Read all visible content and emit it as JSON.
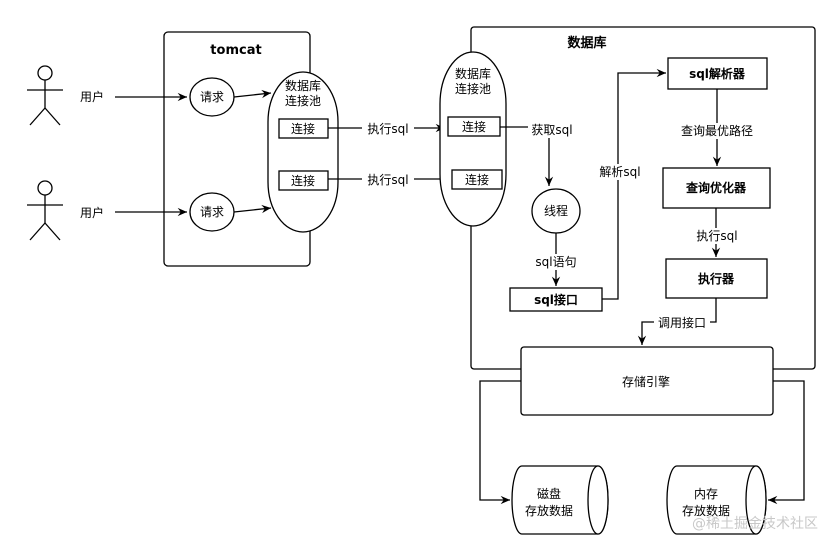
{
  "tomcat": {
    "title": "tomcat"
  },
  "users": [
    {
      "label": "用户"
    },
    {
      "label": "用户"
    }
  ],
  "requests": [
    {
      "label": "请求"
    },
    {
      "label": "请求"
    }
  ],
  "app_pool": {
    "title_line1": "数据库",
    "title_line2": "连接池",
    "connections": [
      {
        "label": "连接"
      },
      {
        "label": "连接"
      }
    ]
  },
  "db_pool": {
    "title_line1": "数据库",
    "title_line2": "连接池",
    "connections": [
      {
        "label": "连接"
      },
      {
        "label": "连接"
      }
    ]
  },
  "edges": {
    "exec_sql_1": "执行sql",
    "exec_sql_2": "执行sql",
    "fetch_sql": "获取sql",
    "sql_statement": "sql语句",
    "parse_sql": "解析sql",
    "best_path": "查询最优路径",
    "exec_sql_3": "执行sql",
    "call_interface": "调用接口"
  },
  "database": {
    "title": "数据库",
    "thread": "线程",
    "sql_interface": "sql接口",
    "sql_parser": "sql解析器",
    "optimizer": "查询优化器",
    "executor": "执行器"
  },
  "storage_engine": {
    "label": "存储引擎"
  },
  "disk": {
    "line1": "磁盘",
    "line2": "存放数据"
  },
  "memory": {
    "line1": "内存",
    "line2": "存放数据"
  },
  "watermark": "@稀土掘金技术社区"
}
